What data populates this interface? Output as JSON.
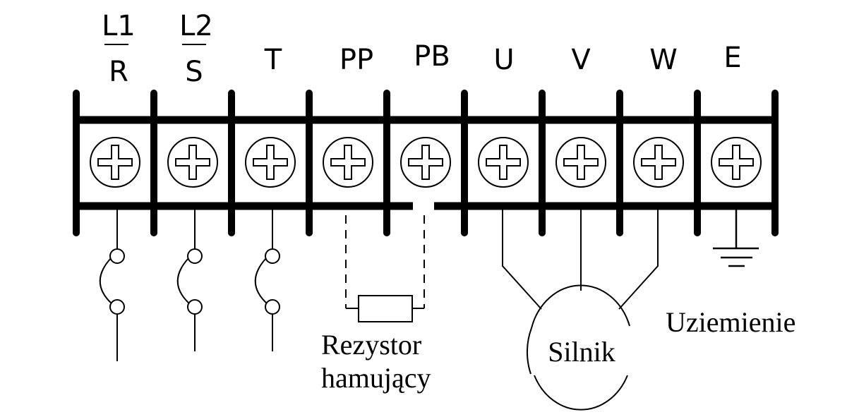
{
  "diagram": {
    "type": "terminal-block-wiring",
    "terminals": [
      {
        "id": "L1R",
        "top": "L1",
        "bottom": "R",
        "connection": "fuse"
      },
      {
        "id": "L2S",
        "top": "L2",
        "bottom": "S",
        "connection": "fuse"
      },
      {
        "id": "T",
        "top": "T",
        "bottom": null,
        "connection": "fuse"
      },
      {
        "id": "PP",
        "top": "PP",
        "bottom": null,
        "connection": "resistor"
      },
      {
        "id": "PB",
        "top": "PB",
        "bottom": null,
        "connection": "resistor"
      },
      {
        "id": "U",
        "top": "U",
        "bottom": null,
        "connection": "motor"
      },
      {
        "id": "V",
        "top": "V",
        "bottom": null,
        "connection": "motor"
      },
      {
        "id": "W",
        "top": "W",
        "bottom": null,
        "connection": "motor"
      },
      {
        "id": "E",
        "top": "E",
        "bottom": null,
        "connection": "ground"
      }
    ],
    "labels": {
      "resistor_line1": "Rezystor",
      "resistor_line2": "hamujący",
      "motor": "Silnik",
      "ground": "Uziemienie"
    },
    "colors": {
      "line": "#000000",
      "background": "#ffffff"
    }
  }
}
